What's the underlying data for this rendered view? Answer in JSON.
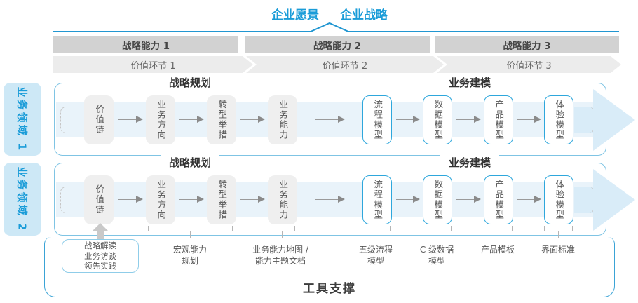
{
  "header": {
    "vision": "企业愿景",
    "strategy": "企业战略"
  },
  "strategic_capabilities": [
    "战略能力 1",
    "战略能力 2",
    "战略能力 3"
  ],
  "value_links": [
    "价值环节 1",
    "价值环节 2",
    "价值环节 3"
  ],
  "domains": [
    {
      "label": "业务领域 1",
      "planning_title": "战略规划",
      "modeling_title": "业务建模",
      "boxes": [
        {
          "label": "价值链"
        },
        {
          "label": "业务方向"
        },
        {
          "label": "转型举措"
        },
        {
          "label": "业务能力"
        },
        {
          "label": "流程模型"
        },
        {
          "label": "数据模型"
        },
        {
          "label": "产品模型"
        },
        {
          "label": "体验模型"
        }
      ]
    },
    {
      "label": "业务领域 2",
      "planning_title": "战略规划",
      "modeling_title": "业务建模",
      "boxes": [
        {
          "label": "价值链"
        },
        {
          "label": "业务方向"
        },
        {
          "label": "转型举措"
        },
        {
          "label": "业务能力"
        },
        {
          "label": "流程模型"
        },
        {
          "label": "数据模型"
        },
        {
          "label": "产品模型"
        },
        {
          "label": "体验模型"
        }
      ]
    }
  ],
  "annotations": {
    "inputs_box": {
      "lines": [
        "战略解读",
        "业务访谈",
        "领先实践"
      ]
    },
    "notes": [
      {
        "label": "宏观能力\n规划"
      },
      {
        "label": "业务能力地图 /\n能力主题文档"
      },
      {
        "label": "五级流程\n模型"
      },
      {
        "label": "C 级数据\n模型"
      },
      {
        "label": "产品模板"
      },
      {
        "label": "界面标准"
      }
    ]
  },
  "footer": {
    "tool_support_label": "工具支撑"
  },
  "colors": {
    "accent_blue": "#1a9cd8",
    "row_border": "#7fc4e4",
    "capability_bar_gray": "#d2d2d2",
    "value_band_gray": "#ececec",
    "gray_box_fill": "#efefef",
    "blue_box_border": "#2ea7dc",
    "big_arrow_fill": "#d9ecf8",
    "stripe_fill": "#e9f3fa",
    "domain_label_fill": "#cde8f6"
  }
}
